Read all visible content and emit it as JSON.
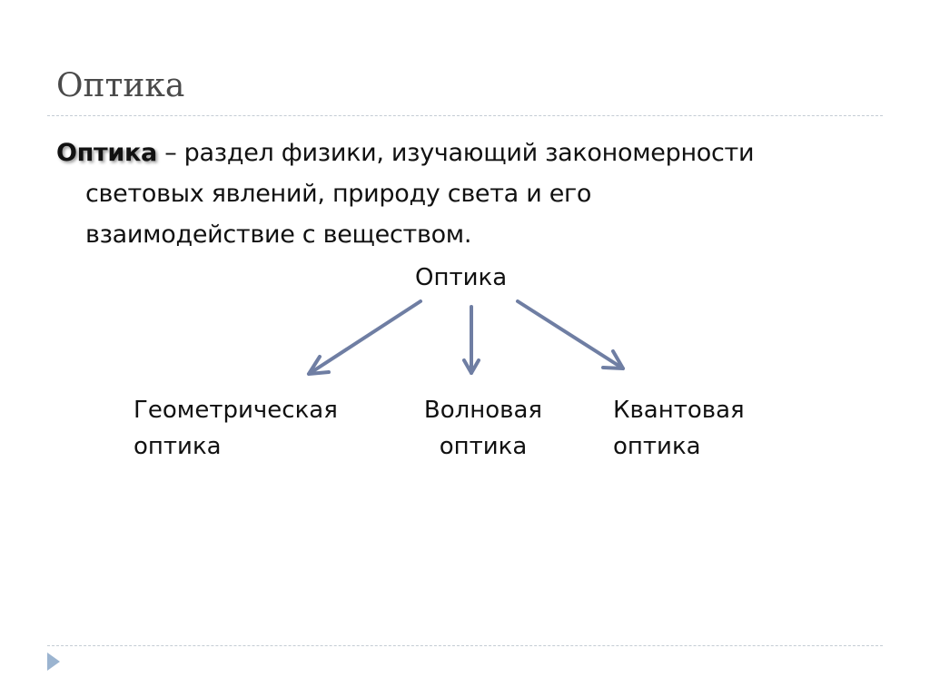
{
  "slide": {
    "title": "Оптика",
    "definition": {
      "term": "Оптика",
      "line1": " – раздел физики, изучающий закономерности",
      "line2": "световых явлений, природу света и его",
      "line3": "взаимодействие с веществом."
    },
    "diagram": {
      "root": "Оптика",
      "children": [
        {
          "line1": "Геометрическая",
          "line2": "оптика"
        },
        {
          "line1": "Волновая",
          "line2": "оптика"
        },
        {
          "line1": "Квантовая",
          "line2": "оптика"
        }
      ],
      "arrow_color": "#6f7ea3"
    }
  }
}
